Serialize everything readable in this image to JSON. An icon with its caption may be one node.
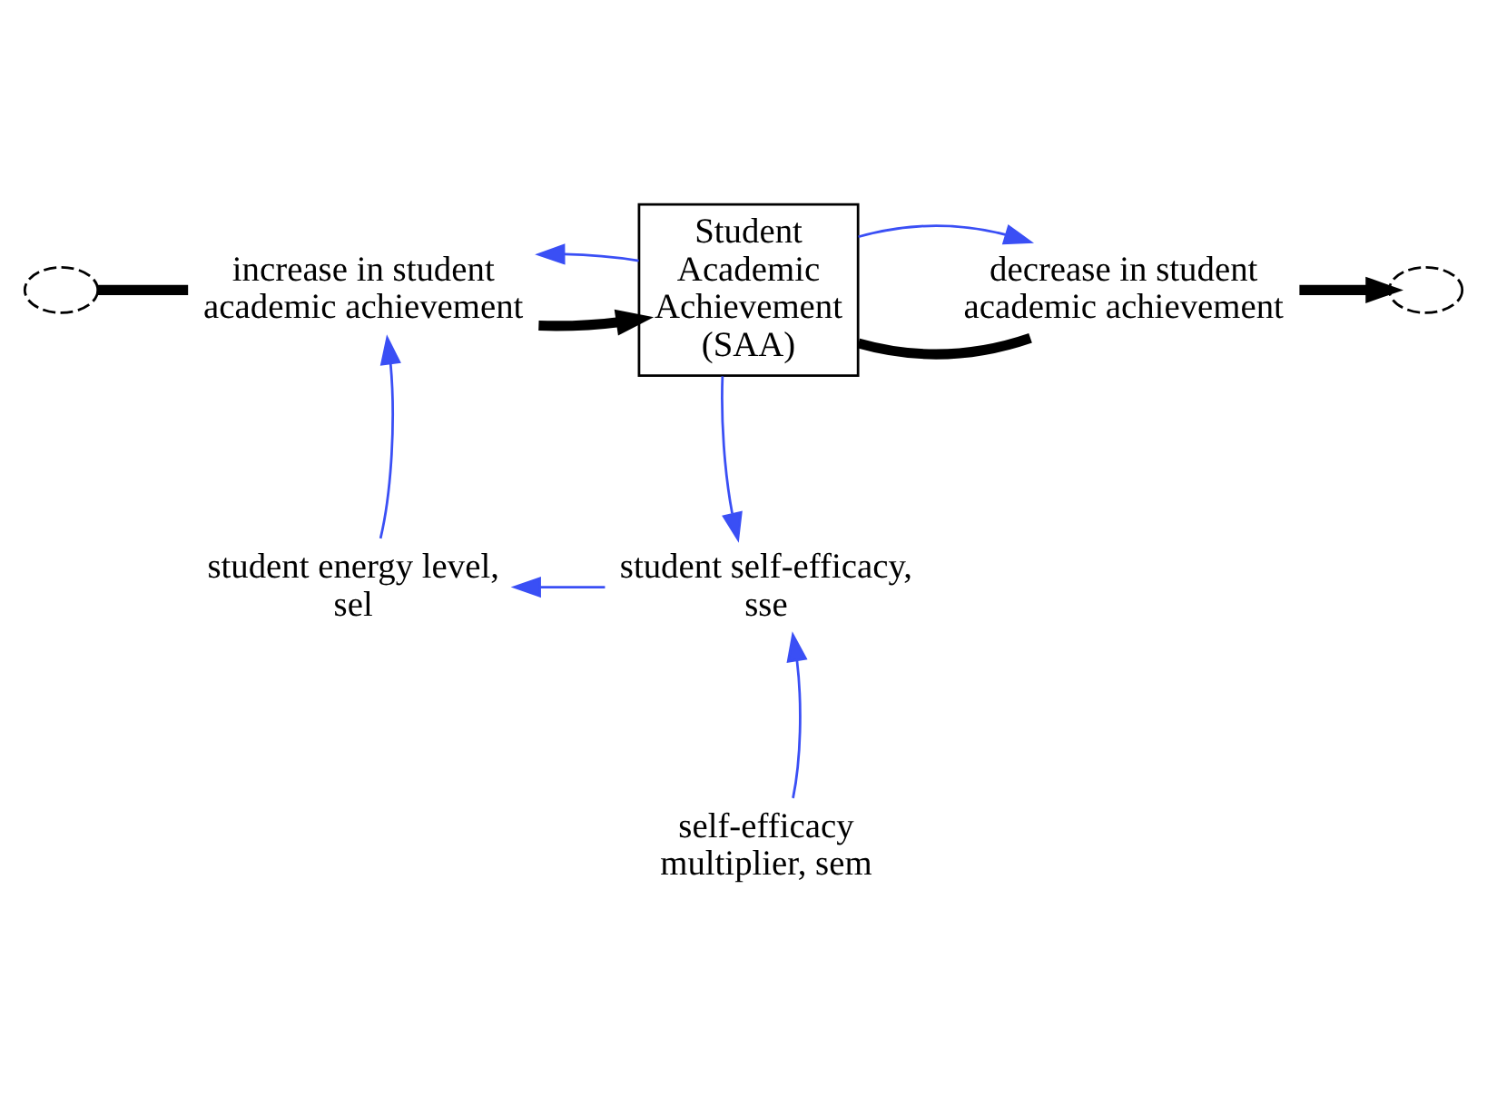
{
  "diagram": {
    "nodes": [
      {
        "text": [],
        "shape": "cloud"
      },
      {
        "text": [
          "increase in student academic achievement"
        ]
      },
      {
        "text": [
          "Student Academic Achievement (SAA)"
        ]
      },
      {
        "text": [
          "decrease in student academic achievement"
        ]
      },
      {
        "text": [],
        "shape": "cloud"
      },
      {
        "text": [
          "student energy level, sel"
        ]
      },
      {
        "text": [
          "student self-efficacy, sse"
        ]
      },
      {
        "text": [
          "self-efficacy multiplier, sem"
        ]
      }
    ],
    "edges": [
      {
        "from": 0,
        "to": 1,
        "arrow": "none",
        "style": "thick",
        "color": "#000000"
      },
      {
        "from": 1,
        "to": 2,
        "arrow": "to",
        "style": "thick",
        "color": "#000000"
      },
      {
        "from": 2,
        "to": 3,
        "arrow": "none",
        "style": "thick",
        "color": "#000000"
      },
      {
        "from": 3,
        "to": 4,
        "arrow": "to",
        "style": "thick",
        "color": "#000000"
      },
      {
        "from": 2,
        "to": 1,
        "arrow": "to"
      },
      {
        "from": 2,
        "to": 3,
        "arrow": "to"
      },
      {
        "from": 2,
        "to": 6,
        "arrow": "to"
      },
      {
        "from": 6,
        "to": 5,
        "arrow": "to"
      },
      {
        "from": 5,
        "to": 1,
        "arrow": "to"
      },
      {
        "from": 7,
        "to": 6,
        "arrow": "to"
      }
    ]
  }
}
